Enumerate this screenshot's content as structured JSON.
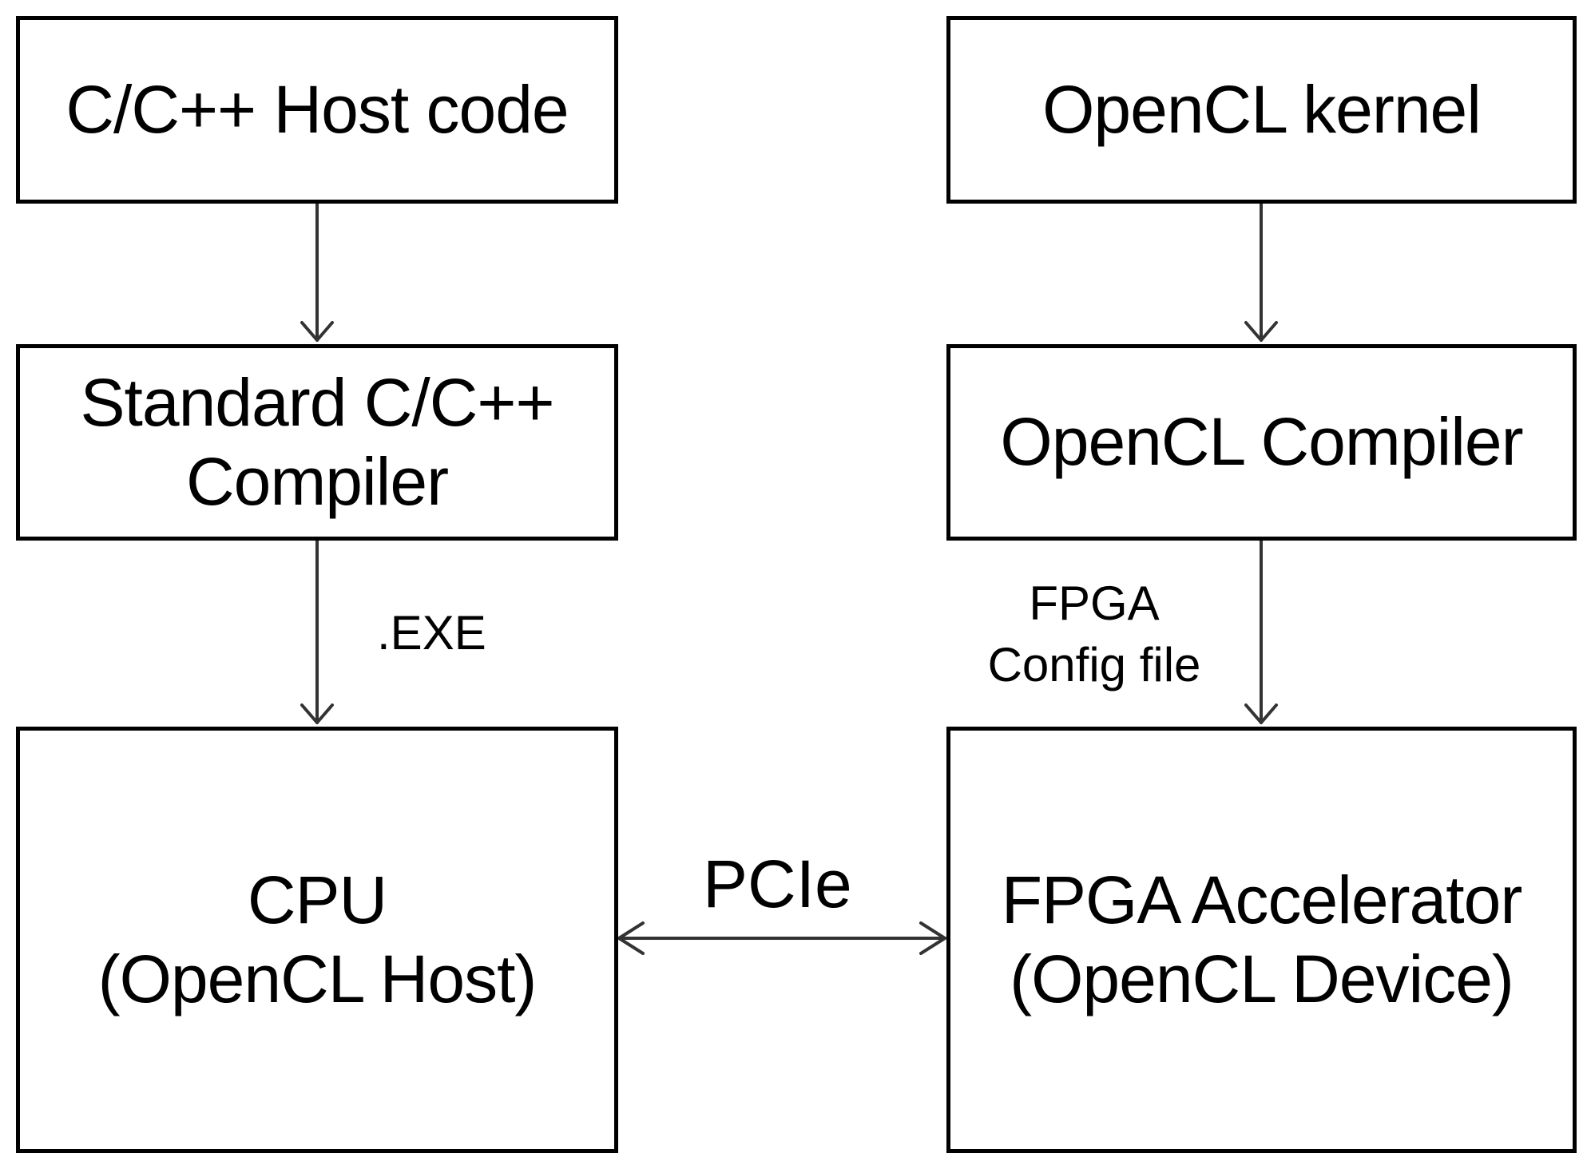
{
  "host_code": {
    "line1": "C/C++ Host code"
  },
  "c_compiler": {
    "line1": "Standard C/C++",
    "line2": "Compiler"
  },
  "cpu": {
    "line1": "CPU",
    "line2": "(OpenCL Host)"
  },
  "opencl_kernel": {
    "line1": "OpenCL kernel"
  },
  "opencl_compiler": {
    "line1": "OpenCL Compiler"
  },
  "fpga": {
    "line1": "FPGA Accelerator",
    "line2": "(OpenCL Device)"
  },
  "edges": {
    "exe": ".EXE",
    "config_line1": "FPGA",
    "config_line2": "Config file",
    "pcie": "PCIe"
  },
  "colors": {
    "stroke": "#000000",
    "background": "#ffffff"
  }
}
